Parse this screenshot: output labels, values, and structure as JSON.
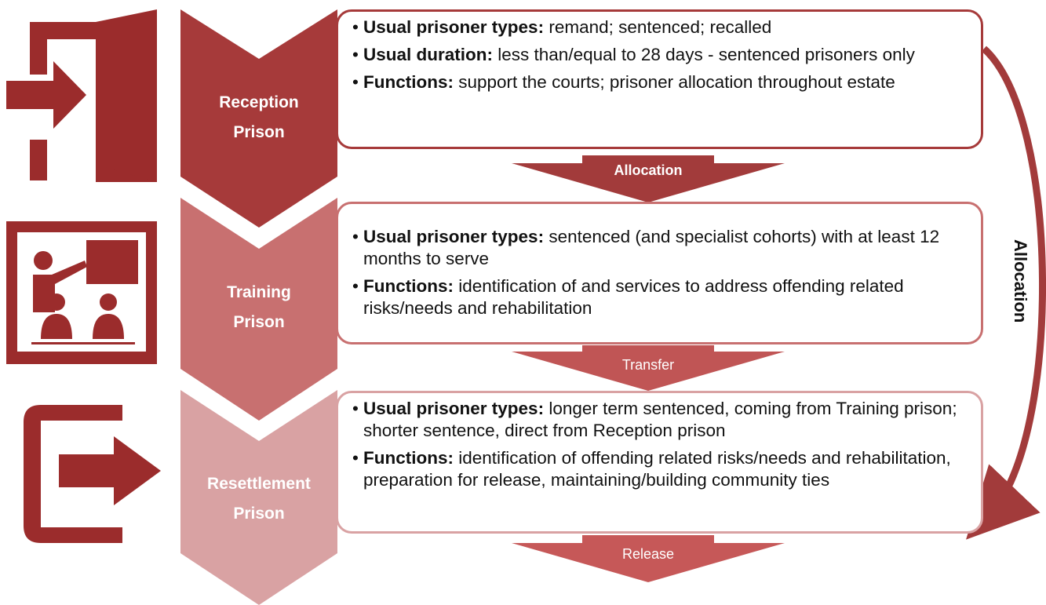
{
  "stages": [
    {
      "line1": "Reception",
      "line2": "Prison",
      "color": "#a63a3a",
      "icon": "door-enter-icon",
      "bullets": [
        {
          "label": "Usual prisoner types:",
          "text": " remand; sentenced; recalled"
        },
        {
          "label": "Usual duration:",
          "text": " less than/equal to 28 days - sentenced prisoners only"
        },
        {
          "label": "Functions:",
          "text": " support the courts; prisoner allocation throughout estate"
        }
      ]
    },
    {
      "line1": "Training",
      "line2": "Prison",
      "color": "#c87070",
      "icon": "classroom-icon",
      "bullets": [
        {
          "label": "Usual prisoner types:",
          "text": " sentenced (and specialist cohorts) with at least 12 months to serve"
        },
        {
          "label": "Functions:",
          "text": " identification of and services to address offending related risks/needs and rehabilitation"
        }
      ]
    },
    {
      "line1": "Resettlement",
      "line2": "Prison",
      "color": "#d9a2a3",
      "icon": "door-exit-icon",
      "bullets": [
        {
          "label": "Usual prisoner types:",
          "text": " longer term sentenced, coming from Training prison; shorter sentence, direct from Reception prison"
        },
        {
          "label": "Functions:",
          "text": " identification of offending related risks/needs and rehabilitation, preparation for release, maintaining/building community ties"
        }
      ]
    }
  ],
  "transitions": {
    "allocation": "Allocation",
    "transfer": "Transfer",
    "release": "Release"
  },
  "side_label": "Allocation",
  "colors": {
    "dark_red": "#9b2c2c",
    "arrow_dark": "#a23b3b",
    "arrow_mid": "#c05555",
    "arrow_light": "#c65858"
  }
}
